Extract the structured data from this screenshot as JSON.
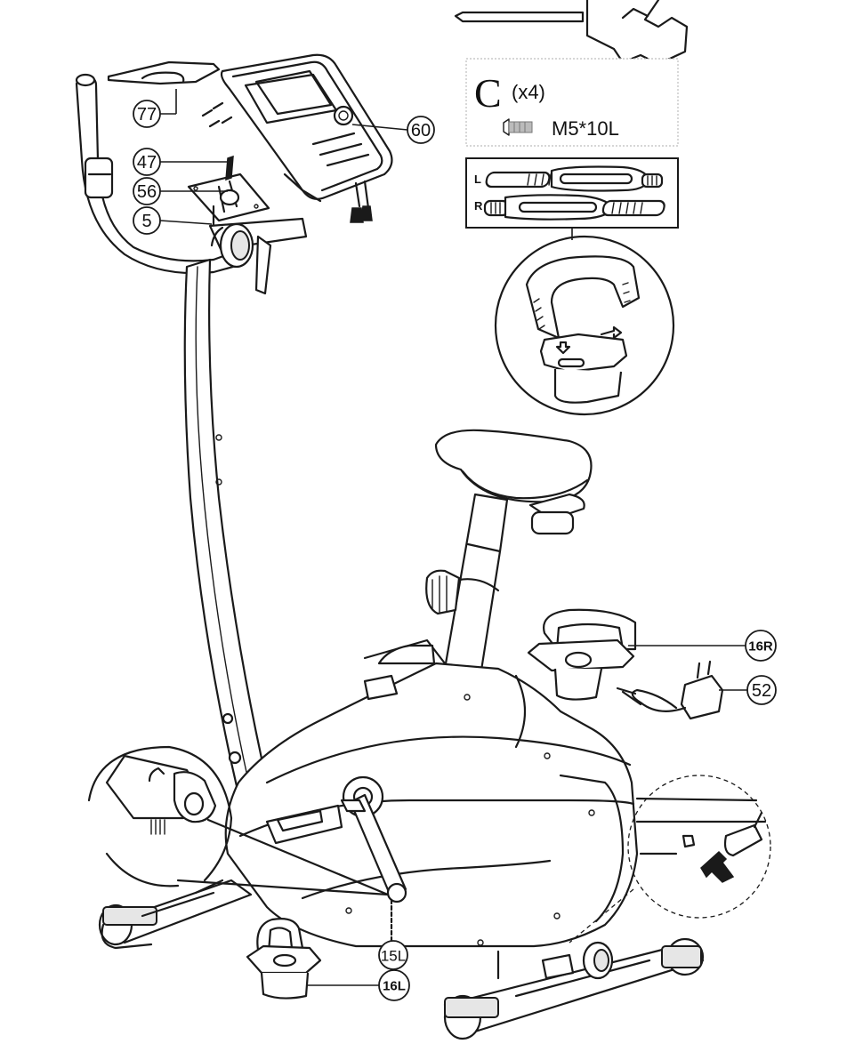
{
  "callouts": {
    "c77": "77",
    "c60": "60",
    "c47": "47",
    "c56": "56",
    "c5": "5",
    "c16r": "16R",
    "c52": "52",
    "c15l": "15L",
    "c16l": "16L"
  },
  "hardware": {
    "letter": "C",
    "quantity": "(x4)",
    "spec": "M5*10L"
  },
  "strap_box": {
    "left_label": "L",
    "right_label": "R"
  }
}
